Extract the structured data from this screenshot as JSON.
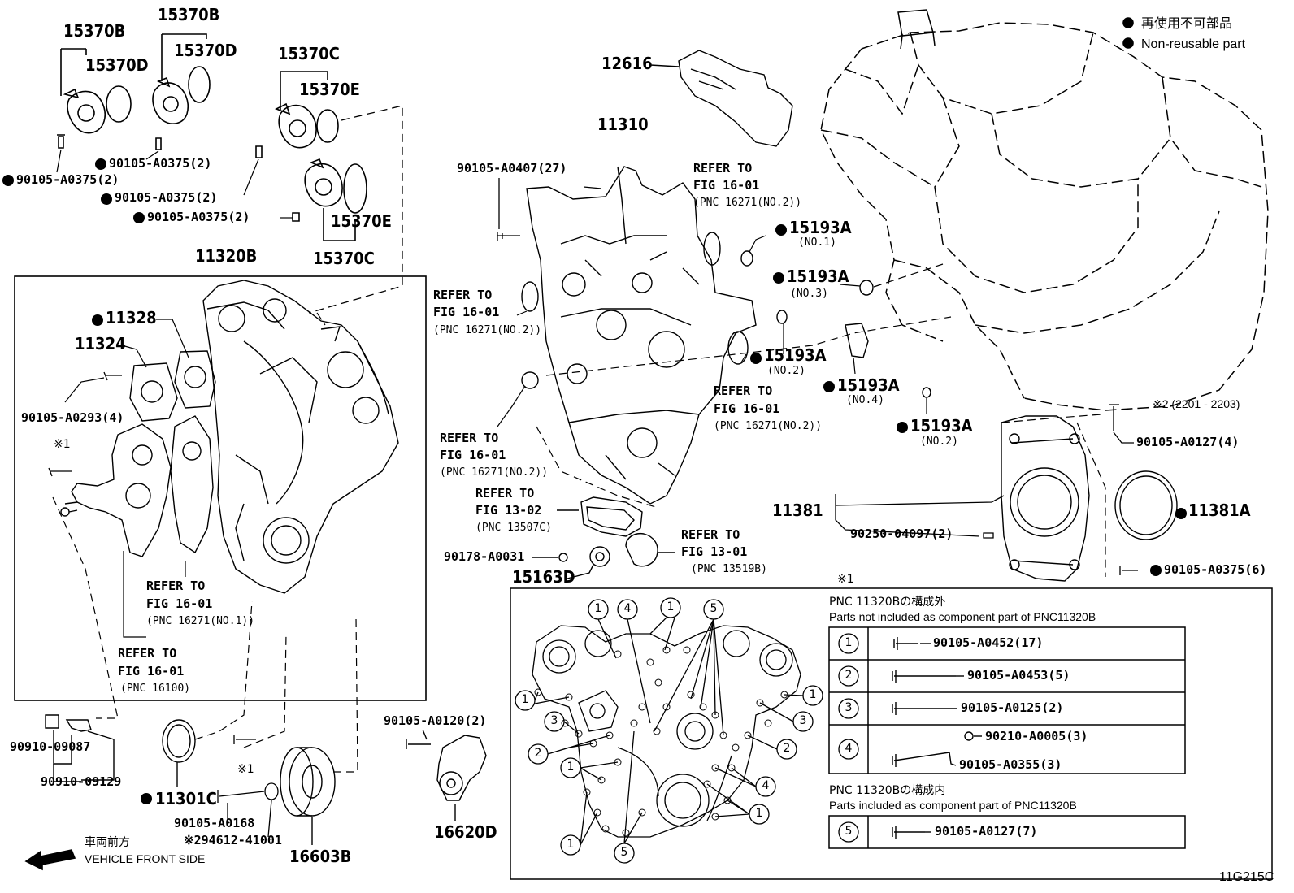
{
  "legend": {
    "jp": "再使用不可部品",
    "en": "Non-reusable part"
  },
  "figure_code": "11G215C",
  "direction": {
    "jp": "車両前方",
    "en": "VEHICLE FRONT SIDE"
  },
  "labels": {
    "p15370B_a": "15370B",
    "p15370D_a": "15370D",
    "p15370B_b": "15370B",
    "p15370D_b": "15370D",
    "p15370C_a": "15370C",
    "p15370E_a": "15370E",
    "p15370E_b": "15370E",
    "p15370C_b": "15370C",
    "b0375_1": "90105-A0375(2)",
    "b0375_2": "90105-A0375(2)",
    "b0375_3": "90105-A0375(2)",
    "b0375_4": "90105-A0375(2)",
    "p11320B": "11320B",
    "p11328": "11328",
    "p11324": "11324",
    "b0293": "90105-A0293(4)",
    "mark1_a": "※1",
    "p12616": "12616",
    "p11310": "11310",
    "b0407": "90105-A0407(27)",
    "p15193A_1": "15193A",
    "p15193A_1n": "(NO.1)",
    "p15193A_3": "15193A",
    "p15193A_3n": "(NO.3)",
    "p15193A_2a": "15193A",
    "p15193A_2an": "(NO.2)",
    "p15193A_4": "15193A",
    "p15193A_4n": "(NO.4)",
    "p15193A_2b": "15193A",
    "p15193A_2bn": "(NO.2)",
    "mark2": "※2 (2201 - 2203)",
    "b0127_4": "90105-A0127(4)",
    "p11381": "11381",
    "p11381A": "11381A",
    "b04097": "90250-04097(2)",
    "b0375_6": "90105-A0375(6)",
    "b0031": "90178-A0031",
    "p15163D": "15163D",
    "b0120": "90105-A0120(2)",
    "p16620D": "16620D",
    "p90910a": "90910-09087",
    "p90910b": "90910-09129",
    "p11301C": "11301C",
    "mark1_b": "※1",
    "b0168": "90105-A0168",
    "p294612": "※294612-41001",
    "p16603B": "16603B",
    "mark1_c": "※1"
  },
  "refs": [
    {
      "l1": "REFER TO",
      "l2": "FIG 16-01",
      "l3": "(PNC 16271(NO.2))"
    },
    {
      "l1": "REFER TO",
      "l2": "FIG 16-01",
      "l3": "(PNC 16271(NO.2))"
    },
    {
      "l1": "REFER TO",
      "l2": "FIG 16-01",
      "l3": "(PNC 16271(NO.2))"
    },
    {
      "l1": "REFER TO",
      "l2": "FIG 16-01",
      "l3": "(PNC 16271(NO.2))"
    },
    {
      "l1": "REFER TO",
      "l2": "FIG 13-02",
      "l3": "(PNC 13507C)"
    },
    {
      "l1": "REFER TO",
      "l2": "FIG 13-01",
      "l3": "(PNC 13519B)"
    },
    {
      "l1": "REFER TO",
      "l2": "FIG 16-01",
      "l3": "(PNC 16271(NO.1))"
    },
    {
      "l1": "REFER TO",
      "l2": "FIG 16-01",
      "l3": "(PNC 16100)"
    }
  ],
  "inset": {
    "not_included_jp": "PNC 11320Bの構成外",
    "not_included_en": "Parts not included as component part of PNC11320B",
    "included_jp": "PNC 11320Bの構成内",
    "included_en": "Parts included as component part of PNC11320B",
    "rows": [
      {
        "num": "1",
        "parts": [
          "90105-A0452(17)"
        ]
      },
      {
        "num": "2",
        "parts": [
          "90105-A0453(5)"
        ]
      },
      {
        "num": "3",
        "parts": [
          "90105-A0125(2)"
        ]
      },
      {
        "num": "4",
        "parts": [
          "90210-A0005(3)",
          "90105-A0355(3)"
        ]
      },
      {
        "num": "5",
        "parts": [
          "90105-A0127(7)"
        ]
      }
    ]
  }
}
